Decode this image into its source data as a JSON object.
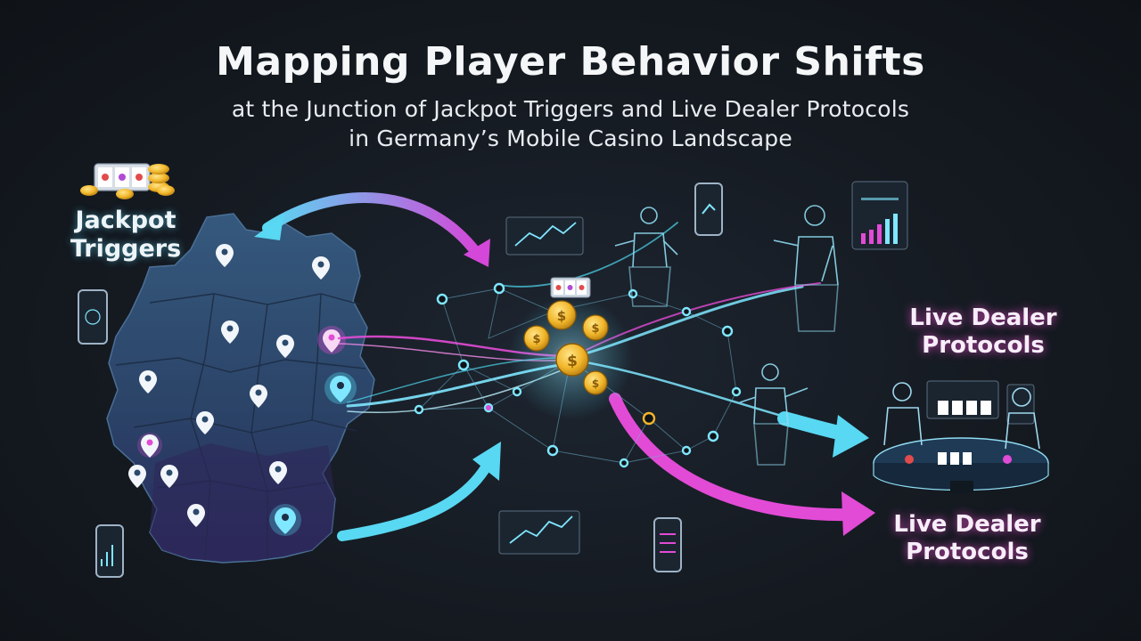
{
  "header": {
    "title": "Mapping Player Behavior Shifts",
    "subtitle_line1": "at the Junction of Jackpot Triggers and Live Dealer Protocols",
    "subtitle_line2": "in Germany’s Mobile Casino Landscape"
  },
  "labels": {
    "jackpot_triggers": "Jackpot Triggers",
    "live_dealer_top": "Live Dealer Protocols",
    "live_dealer_bottom": "Live Dealer Protocols"
  },
  "colors": {
    "cyan": "#4fd8f0",
    "magenta": "#e044d0",
    "gold": "#f3b52a",
    "map_fill": "#2b4a6c",
    "background": "#151a21"
  },
  "icons": [
    "slot-machine-icon",
    "gold-coins-icon",
    "map-pin-icon",
    "smartphone-icon",
    "line-chart-icon",
    "bar-chart-icon",
    "hologram-person-icon",
    "card-table-icon"
  ]
}
